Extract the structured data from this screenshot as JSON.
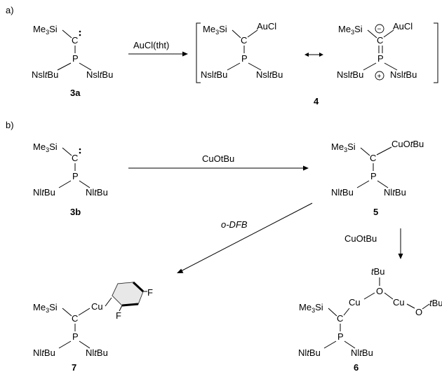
{
  "sections": {
    "a": "a)",
    "b": "b)"
  },
  "reagents": {
    "auCl_tht": "AuCl(tht)",
    "cuOtBu_top": "CuOtBu",
    "oDFB": "o-DFB",
    "cuOtBu_down": "CuOtBu"
  },
  "compounds": {
    "c3a": "3a",
    "c4": "4",
    "c3b": "3b",
    "c5": "5",
    "c7": "7",
    "c6": "6"
  },
  "fragments": {
    "me3si": [
      "Me",
      "3",
      "Si"
    ],
    "c": "C",
    "p": "P",
    "nsl_tbu": [
      "Nsl",
      "t",
      "Bu"
    ],
    "nl_tbu": [
      "Nl",
      "t",
      "Bu"
    ],
    "aucl": "AuCl",
    "cu": "Cu",
    "cu_otbu": [
      "CuO",
      "t",
      "Bu"
    ],
    "o": "O",
    "tbu": [
      "t",
      "Bu"
    ],
    "f": "F",
    "minus": "−",
    "plus": "+"
  }
}
